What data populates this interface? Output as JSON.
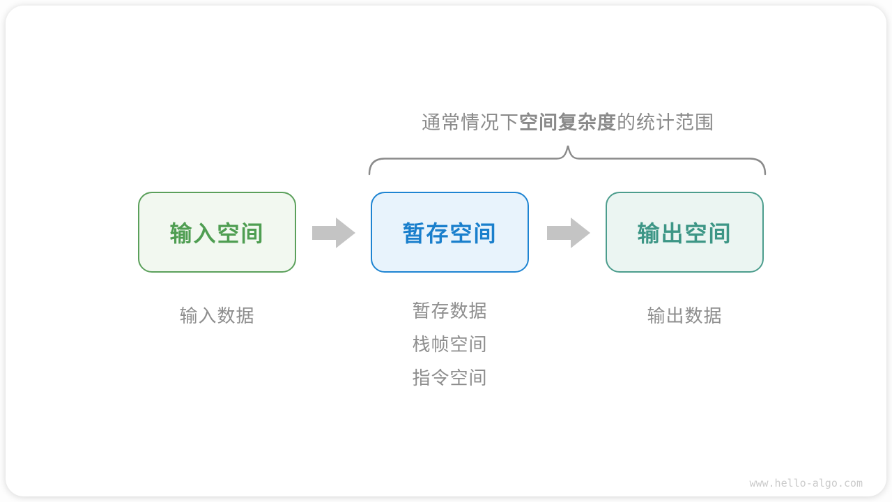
{
  "title": {
    "prefix": "通常情况下",
    "emphasis": "空间复杂度",
    "suffix": "的统计范围"
  },
  "boxes": [
    {
      "label": "输入空间",
      "text_color": "#4F9E52",
      "border_color": "#5BA05B",
      "background_color": "#F2F8F0"
    },
    {
      "label": "暂存空间",
      "text_color": "#1A7FCC",
      "border_color": "#1E84D2",
      "background_color": "#E8F3FC"
    },
    {
      "label": "输出空间",
      "text_color": "#3D9686",
      "border_color": "#4C9D8D",
      "background_color": "#EBF5F2"
    }
  ],
  "annotations": {
    "input": "输入数据",
    "temporary": [
      "暂存数据",
      "栈帧空间",
      "指令空间"
    ],
    "output": "输出数据"
  },
  "watermark": "www.hello-algo.com",
  "colors": {
    "brace": "#8A8A8A",
    "arrow": "#C4C4C4",
    "annotation_text": "#8E8E8E",
    "title_text": "#8A8A8A",
    "watermark_text": "#CBCBCB",
    "card_background": "#FFFFFF"
  }
}
